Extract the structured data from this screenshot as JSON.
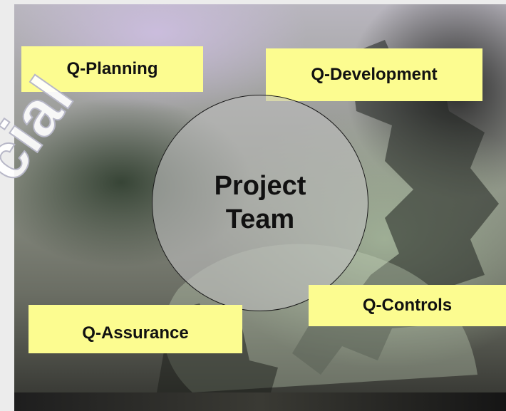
{
  "diagram": {
    "center": {
      "line1": "Project",
      "line2": "Team"
    },
    "nodes": {
      "planning": "Q-Planning",
      "development": "Q-Development",
      "assurance": "Q-Assurance",
      "controls": "Q-Controls"
    }
  },
  "watermark": {
    "text": "cial"
  },
  "colors": {
    "label_fill": "#fcfc90",
    "circle_stroke": "#1a1a1a"
  }
}
